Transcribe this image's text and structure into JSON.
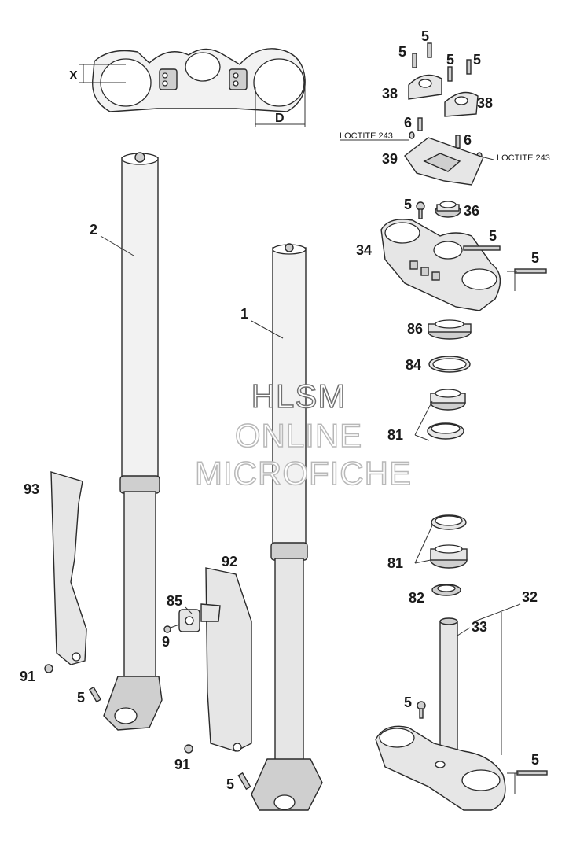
{
  "labels": {
    "p1": "1",
    "p2": "2",
    "p5a": "5",
    "p5b": "5",
    "p5c": "5",
    "p5d": "5",
    "p5e": "5",
    "p5f": "5",
    "p5g": "5",
    "p5h": "5",
    "p5i": "5",
    "p5j": "5",
    "p5k": "5",
    "p6a": "6",
    "p6b": "6",
    "p9": "9",
    "p32": "32",
    "p33": "33",
    "p34": "34",
    "p36": "36",
    "p38a": "38",
    "p38b": "38",
    "p39": "39",
    "p81a": "81",
    "p81b": "81",
    "p82": "82",
    "p84": "84",
    "p85": "85",
    "p86": "86",
    "p91a": "91",
    "p91b": "91",
    "p92": "92",
    "p93": "93"
  },
  "notes": {
    "loctite_left": "LOCTITE 243",
    "loctite_right": "LOCTITE 243"
  },
  "dimensions": {
    "x": "X",
    "d": "D"
  },
  "watermark": {
    "line1": "HLSM",
    "line2": "ONLINE",
    "line3": "MICROFICHE"
  }
}
